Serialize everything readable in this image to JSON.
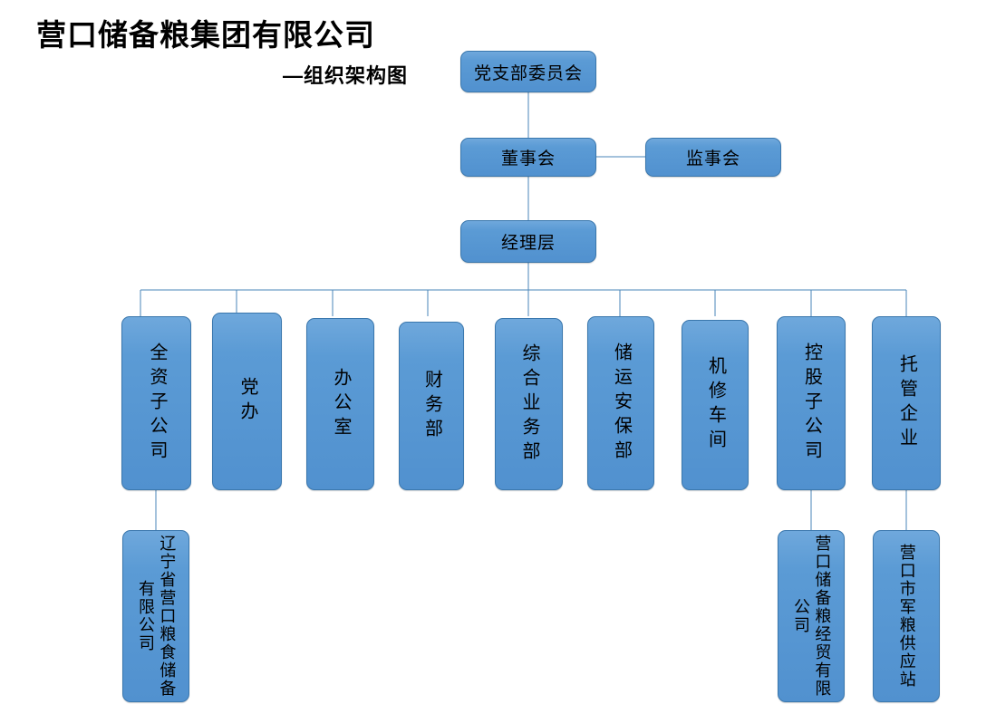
{
  "header": {
    "company_title": "营口储备粮集团有限公司",
    "chart_subtitle": "—组织架构图"
  },
  "theme": {
    "node_fill": "#5B9BD5",
    "node_fill_light": "#6FA8DC",
    "node_border": "#3A77AD",
    "connector_color": "#4A86B8",
    "text_color": "#000000",
    "background": "#FFFFFF"
  },
  "chart_data": {
    "type": "diagram",
    "title": "营口储备粮集团有限公司—组织架构图",
    "orientation": "top-down",
    "levels": [
      {
        "level": 0,
        "nodes": [
          {
            "id": "party-branch",
            "label": "党支部委员会",
            "text_direction": "horizontal"
          }
        ]
      },
      {
        "level": 1,
        "nodes": [
          {
            "id": "board-directors",
            "label": "董事会",
            "text_direction": "horizontal"
          },
          {
            "id": "board-supervisors",
            "label": "监事会",
            "text_direction": "horizontal"
          }
        ]
      },
      {
        "level": 2,
        "nodes": [
          {
            "id": "management",
            "label": "经理层",
            "text_direction": "horizontal"
          }
        ]
      },
      {
        "level": 3,
        "nodes": [
          {
            "id": "dept-1",
            "label": "全资子公司",
            "text_direction": "vertical"
          },
          {
            "id": "dept-2",
            "label": "党办",
            "text_direction": "vertical"
          },
          {
            "id": "dept-3",
            "label": "办公室",
            "text_direction": "vertical"
          },
          {
            "id": "dept-4",
            "label": "财务部",
            "text_direction": "vertical"
          },
          {
            "id": "dept-5",
            "label": "综合业务部",
            "text_direction": "vertical"
          },
          {
            "id": "dept-6",
            "label": "储运安保部",
            "text_direction": "vertical"
          },
          {
            "id": "dept-7",
            "label": "机修车间",
            "text_direction": "vertical"
          },
          {
            "id": "dept-8",
            "label": "控股子公司",
            "text_direction": "vertical"
          },
          {
            "id": "dept-9",
            "label": "托管企业",
            "text_direction": "vertical"
          }
        ]
      },
      {
        "level": 4,
        "nodes": [
          {
            "id": "sub-1",
            "label": "辽宁省营口粮食储备有限公司",
            "parent": "dept-1",
            "text_direction": "vertical"
          },
          {
            "id": "sub-2",
            "label": "营口储备粮经贸有限公司",
            "parent": "dept-8",
            "text_direction": "vertical"
          },
          {
            "id": "sub-3",
            "label": "营口市军粮供应站",
            "parent": "dept-9",
            "text_direction": "vertical"
          }
        ]
      }
    ],
    "edges": [
      {
        "from": "party-branch",
        "to": "board-directors"
      },
      {
        "from": "board-directors",
        "to": "board-supervisors"
      },
      {
        "from": "board-directors",
        "to": "management"
      },
      {
        "from": "management",
        "to": "dept-1"
      },
      {
        "from": "management",
        "to": "dept-2"
      },
      {
        "from": "management",
        "to": "dept-3"
      },
      {
        "from": "management",
        "to": "dept-4"
      },
      {
        "from": "management",
        "to": "dept-5"
      },
      {
        "from": "management",
        "to": "dept-6"
      },
      {
        "from": "management",
        "to": "dept-7"
      },
      {
        "from": "management",
        "to": "dept-8"
      },
      {
        "from": "management",
        "to": "dept-9"
      },
      {
        "from": "dept-1",
        "to": "sub-1"
      },
      {
        "from": "dept-8",
        "to": "sub-2"
      },
      {
        "from": "dept-9",
        "to": "sub-3"
      }
    ]
  }
}
